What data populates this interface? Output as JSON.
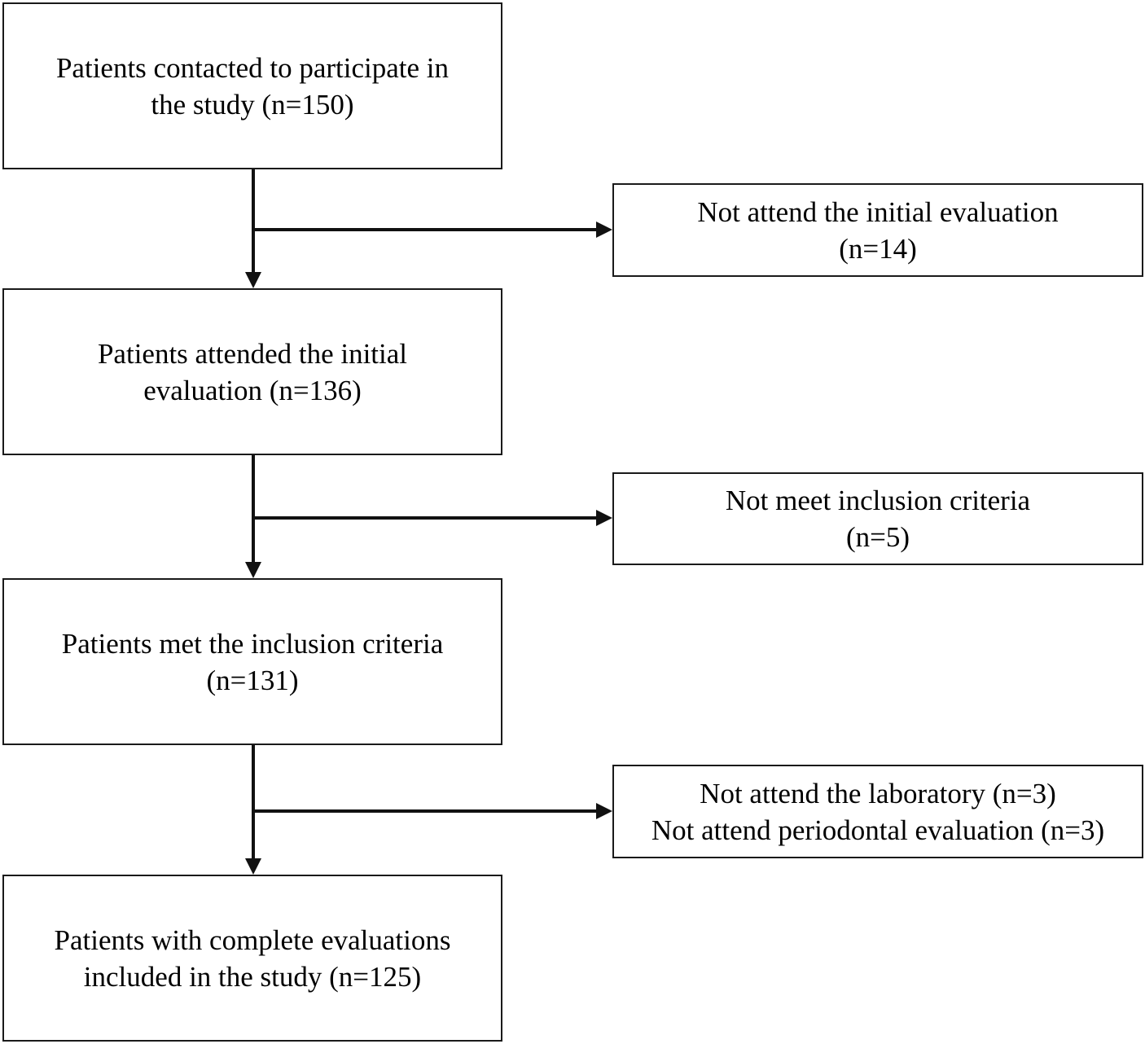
{
  "flowchart": {
    "main_steps": [
      {
        "line1": "Patients contacted to participate in",
        "line2": "the study (n=150)"
      },
      {
        "line1": "Patients attended the initial",
        "line2": "evaluation (n=136)"
      },
      {
        "line1": "Patients met the inclusion criteria",
        "line2": "(n=131)"
      },
      {
        "line1": "Patients with complete evaluations",
        "line2": "included in the study (n=125)"
      }
    ],
    "exclusions": [
      {
        "line1": "Not attend the initial evaluation",
        "line2": "(n=14)"
      },
      {
        "line1": "Not meet inclusion criteria",
        "line2": "(n=5)"
      },
      {
        "line1": "Not attend the laboratory (n=3)",
        "line2": "Not attend periodontal evaluation (n=3)"
      }
    ]
  },
  "colors": {
    "line": "#111111",
    "box_border": "#1a1a1a",
    "background": "#ffffff"
  }
}
